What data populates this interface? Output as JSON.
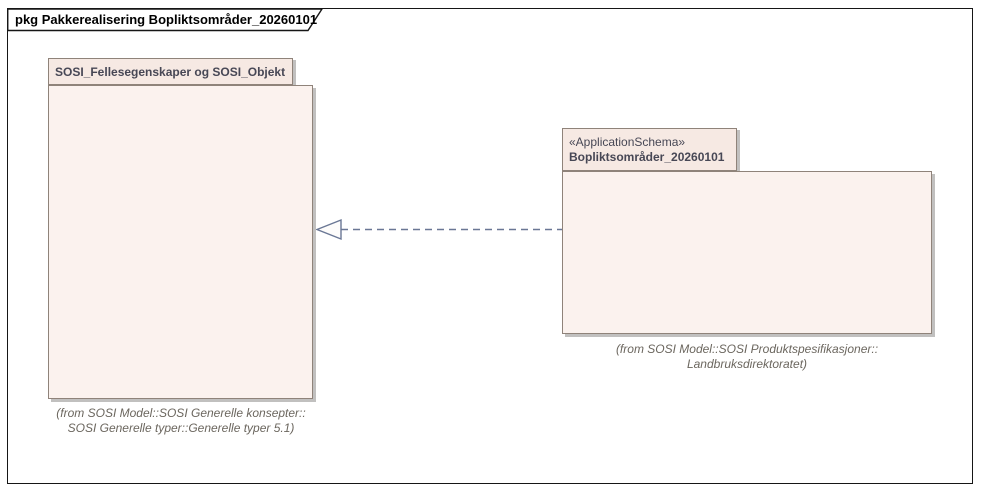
{
  "diagram": {
    "frame_title": "pkg Pakkerealisering Bopliktsområder_20260101"
  },
  "packages": [
    {
      "name": "SOSI_Fellesegenskaper og SOSI_Objekt",
      "stereotype": "",
      "from_note": [
        "(from SOSI Model::SOSI Generelle konsepter::",
        "SOSI Generelle typer::Generelle typer 5.1)"
      ]
    },
    {
      "name": "Bopliktsområder_20260101",
      "stereotype": "«ApplicationSchema»",
      "from_note": [
        "(from SOSI Model::SOSI Produktspesifikasjoner::",
        "Landbruksdirektoratet)"
      ]
    }
  ],
  "connector": {
    "type": "dashed-line-hollow-triangle-realization",
    "source": "Bopliktsområder_20260101",
    "target": "SOSI_Fellesegenskaper og SOSI_Objekt"
  },
  "colors": {
    "package-tab-fill": "#f6e9e3",
    "package-body-fill": "#fbf2ee",
    "package-border": "#8f837a",
    "package-name-text": "#474755",
    "note-text": "#6b665e",
    "connector-stroke": "#6a7795",
    "shadow": "#c1c0bf",
    "frame-border": "#161616"
  }
}
